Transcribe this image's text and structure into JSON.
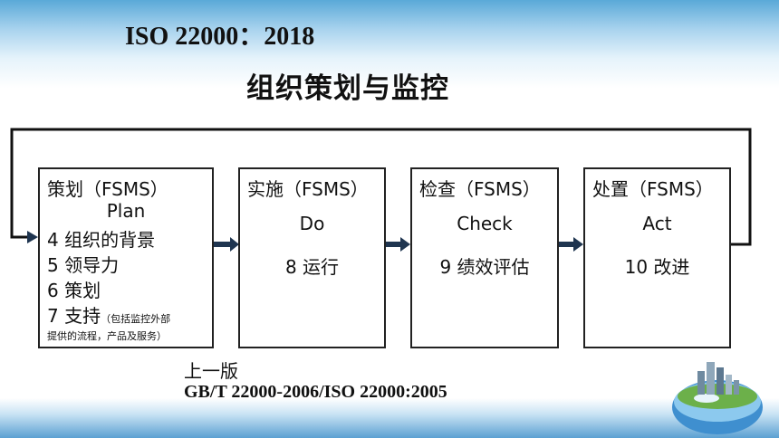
{
  "title": "ISO 22000：2018",
  "subtitle": "组织策划与监控",
  "boxes": [
    {
      "header": "策划（FSMS）",
      "sub": "Plan",
      "lines": [
        "4 组织的背景",
        "5 领导力",
        "6 策划"
      ],
      "last_line": "7 支持",
      "note1": "（包括监控外部",
      "note2": "提供的流程，产品及服务）"
    },
    {
      "header": "实施（FSMS）",
      "sub": "Do",
      "line": "8 运行"
    },
    {
      "header": "检查（FSMS）",
      "sub": "Check",
      "line": "9 绩效评估"
    },
    {
      "header": "处置（FSMS）",
      "sub": "Act",
      "line": "10 改进"
    }
  ],
  "previous_label": "上一版",
  "previous_standard": "GB/T 22000-2006/ISO 22000:2005",
  "colors": {
    "arrow": "#1f3550",
    "border": "#222222",
    "accent": "#5aa9d8"
  }
}
